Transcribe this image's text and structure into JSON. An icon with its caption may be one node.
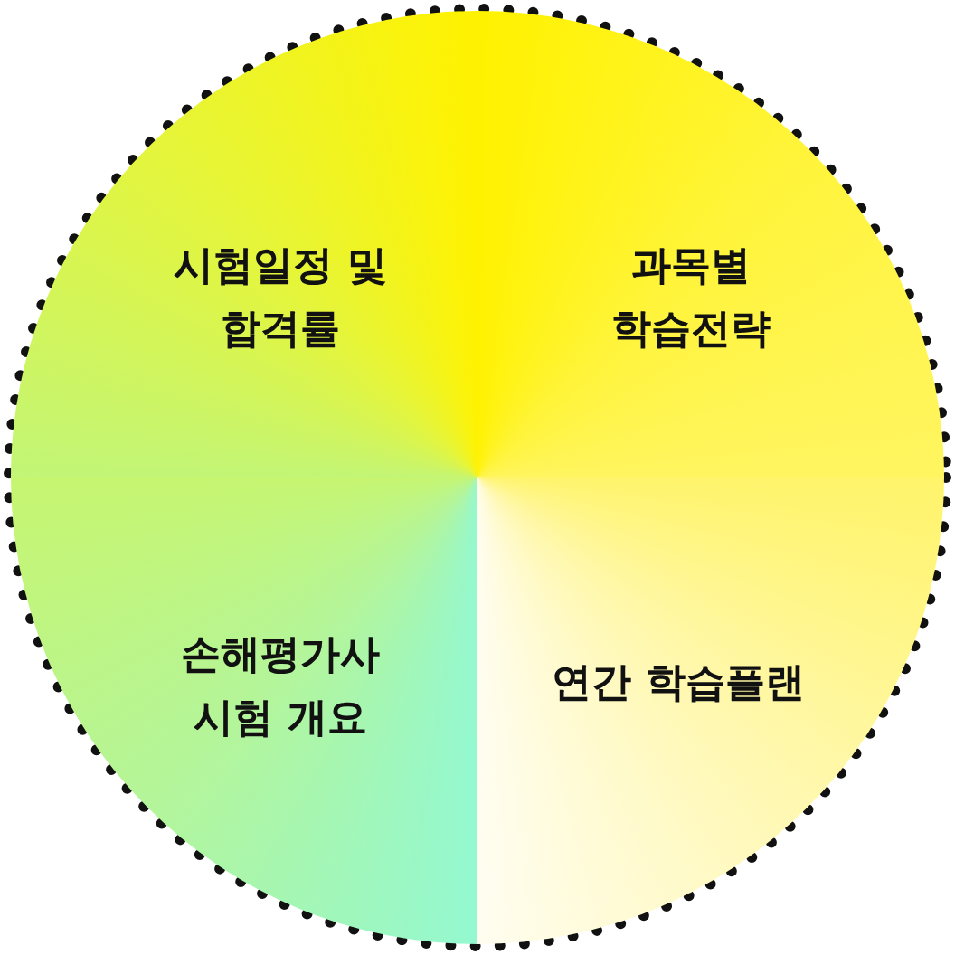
{
  "diagram": {
    "nodes": [
      {
        "text": [
          "시험일정 및 합격률"
        ]
      },
      {
        "text": [
          "과목별 학습전략"
        ]
      },
      {
        "text": [
          "손해평가사 시험 개요"
        ]
      },
      {
        "text": [
          "연간 학습플랜"
        ]
      }
    ]
  }
}
